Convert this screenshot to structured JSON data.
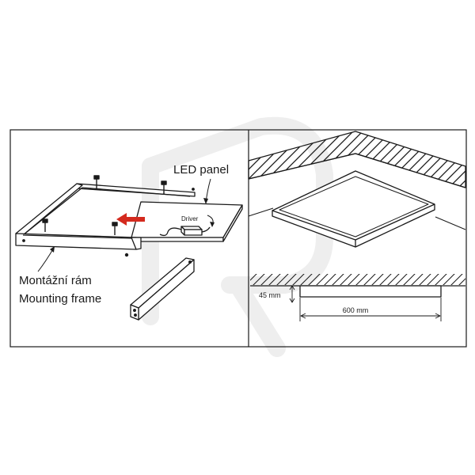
{
  "left_panel": {
    "led_panel_label": "LED panel",
    "driver_label": "Driver",
    "frame_label_cz": "Montážní rám",
    "frame_label_en": "Mounting frame"
  },
  "right_panel": {
    "height_dim": "45 mm",
    "width_dim": "600 mm"
  },
  "colors": {
    "line": "#1a1a1a",
    "arrow": "#d42a1e",
    "watermark": "#eeeeee"
  }
}
